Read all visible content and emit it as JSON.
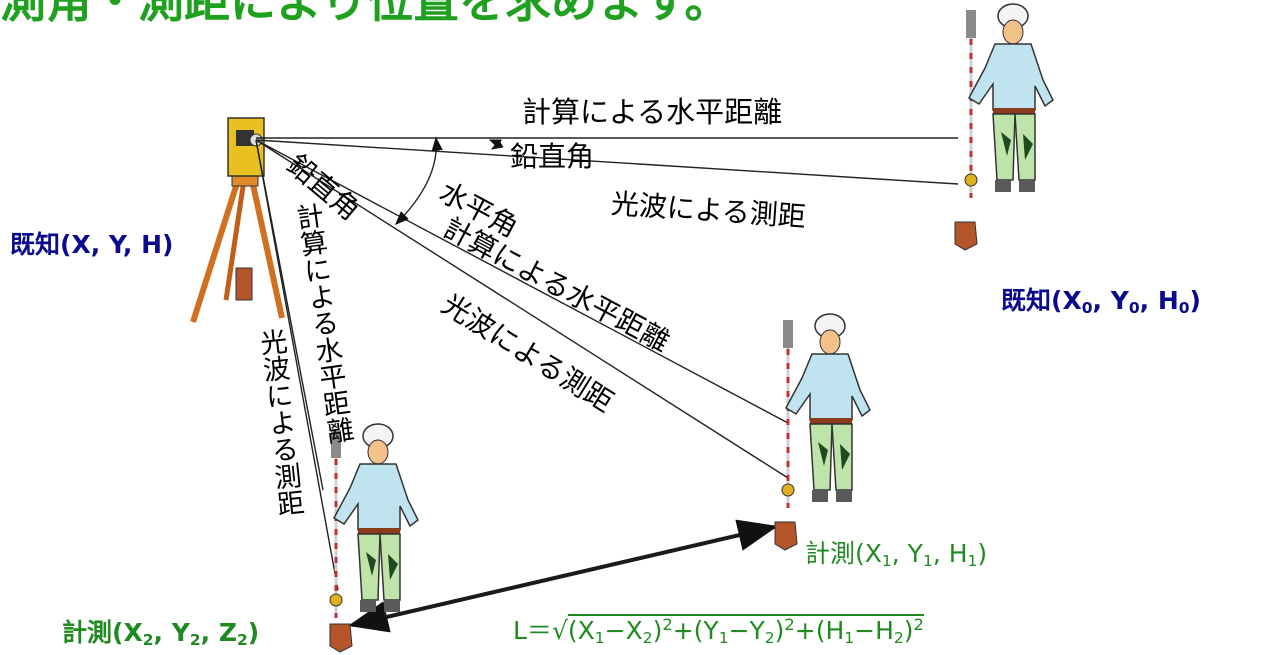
{
  "title": "測角・測距により位置を求めます。",
  "colors": {
    "title": "#1fa01f",
    "known": "#0a0a8c",
    "measured": "#1f8a1f",
    "arrow": "#1a1a1a"
  },
  "labels": {
    "horizontal_distance_calc": "計算による水平距離",
    "vertical_angle": "鉛直角",
    "horizontal_angle": "水平角",
    "edm_distance": "光波による測距"
  },
  "points": {
    "known_station": {
      "name": "既知",
      "coords": [
        "X",
        "Y",
        "H"
      ]
    },
    "known_target": {
      "name": "既知",
      "coords": [
        "X0",
        "Y0",
        "H0"
      ]
    },
    "measured_1": {
      "name": "計測",
      "coords": [
        "X1",
        "Y1",
        "H1"
      ]
    },
    "measured_2": {
      "name": "計測",
      "coords": [
        "X2",
        "Y2",
        "Z2"
      ]
    }
  },
  "formula": {
    "lhs": "L＝"
  },
  "icons": [
    "total-station-icon",
    "surveyor-with-prism-pole-icon",
    "survey-peg-icon"
  ]
}
